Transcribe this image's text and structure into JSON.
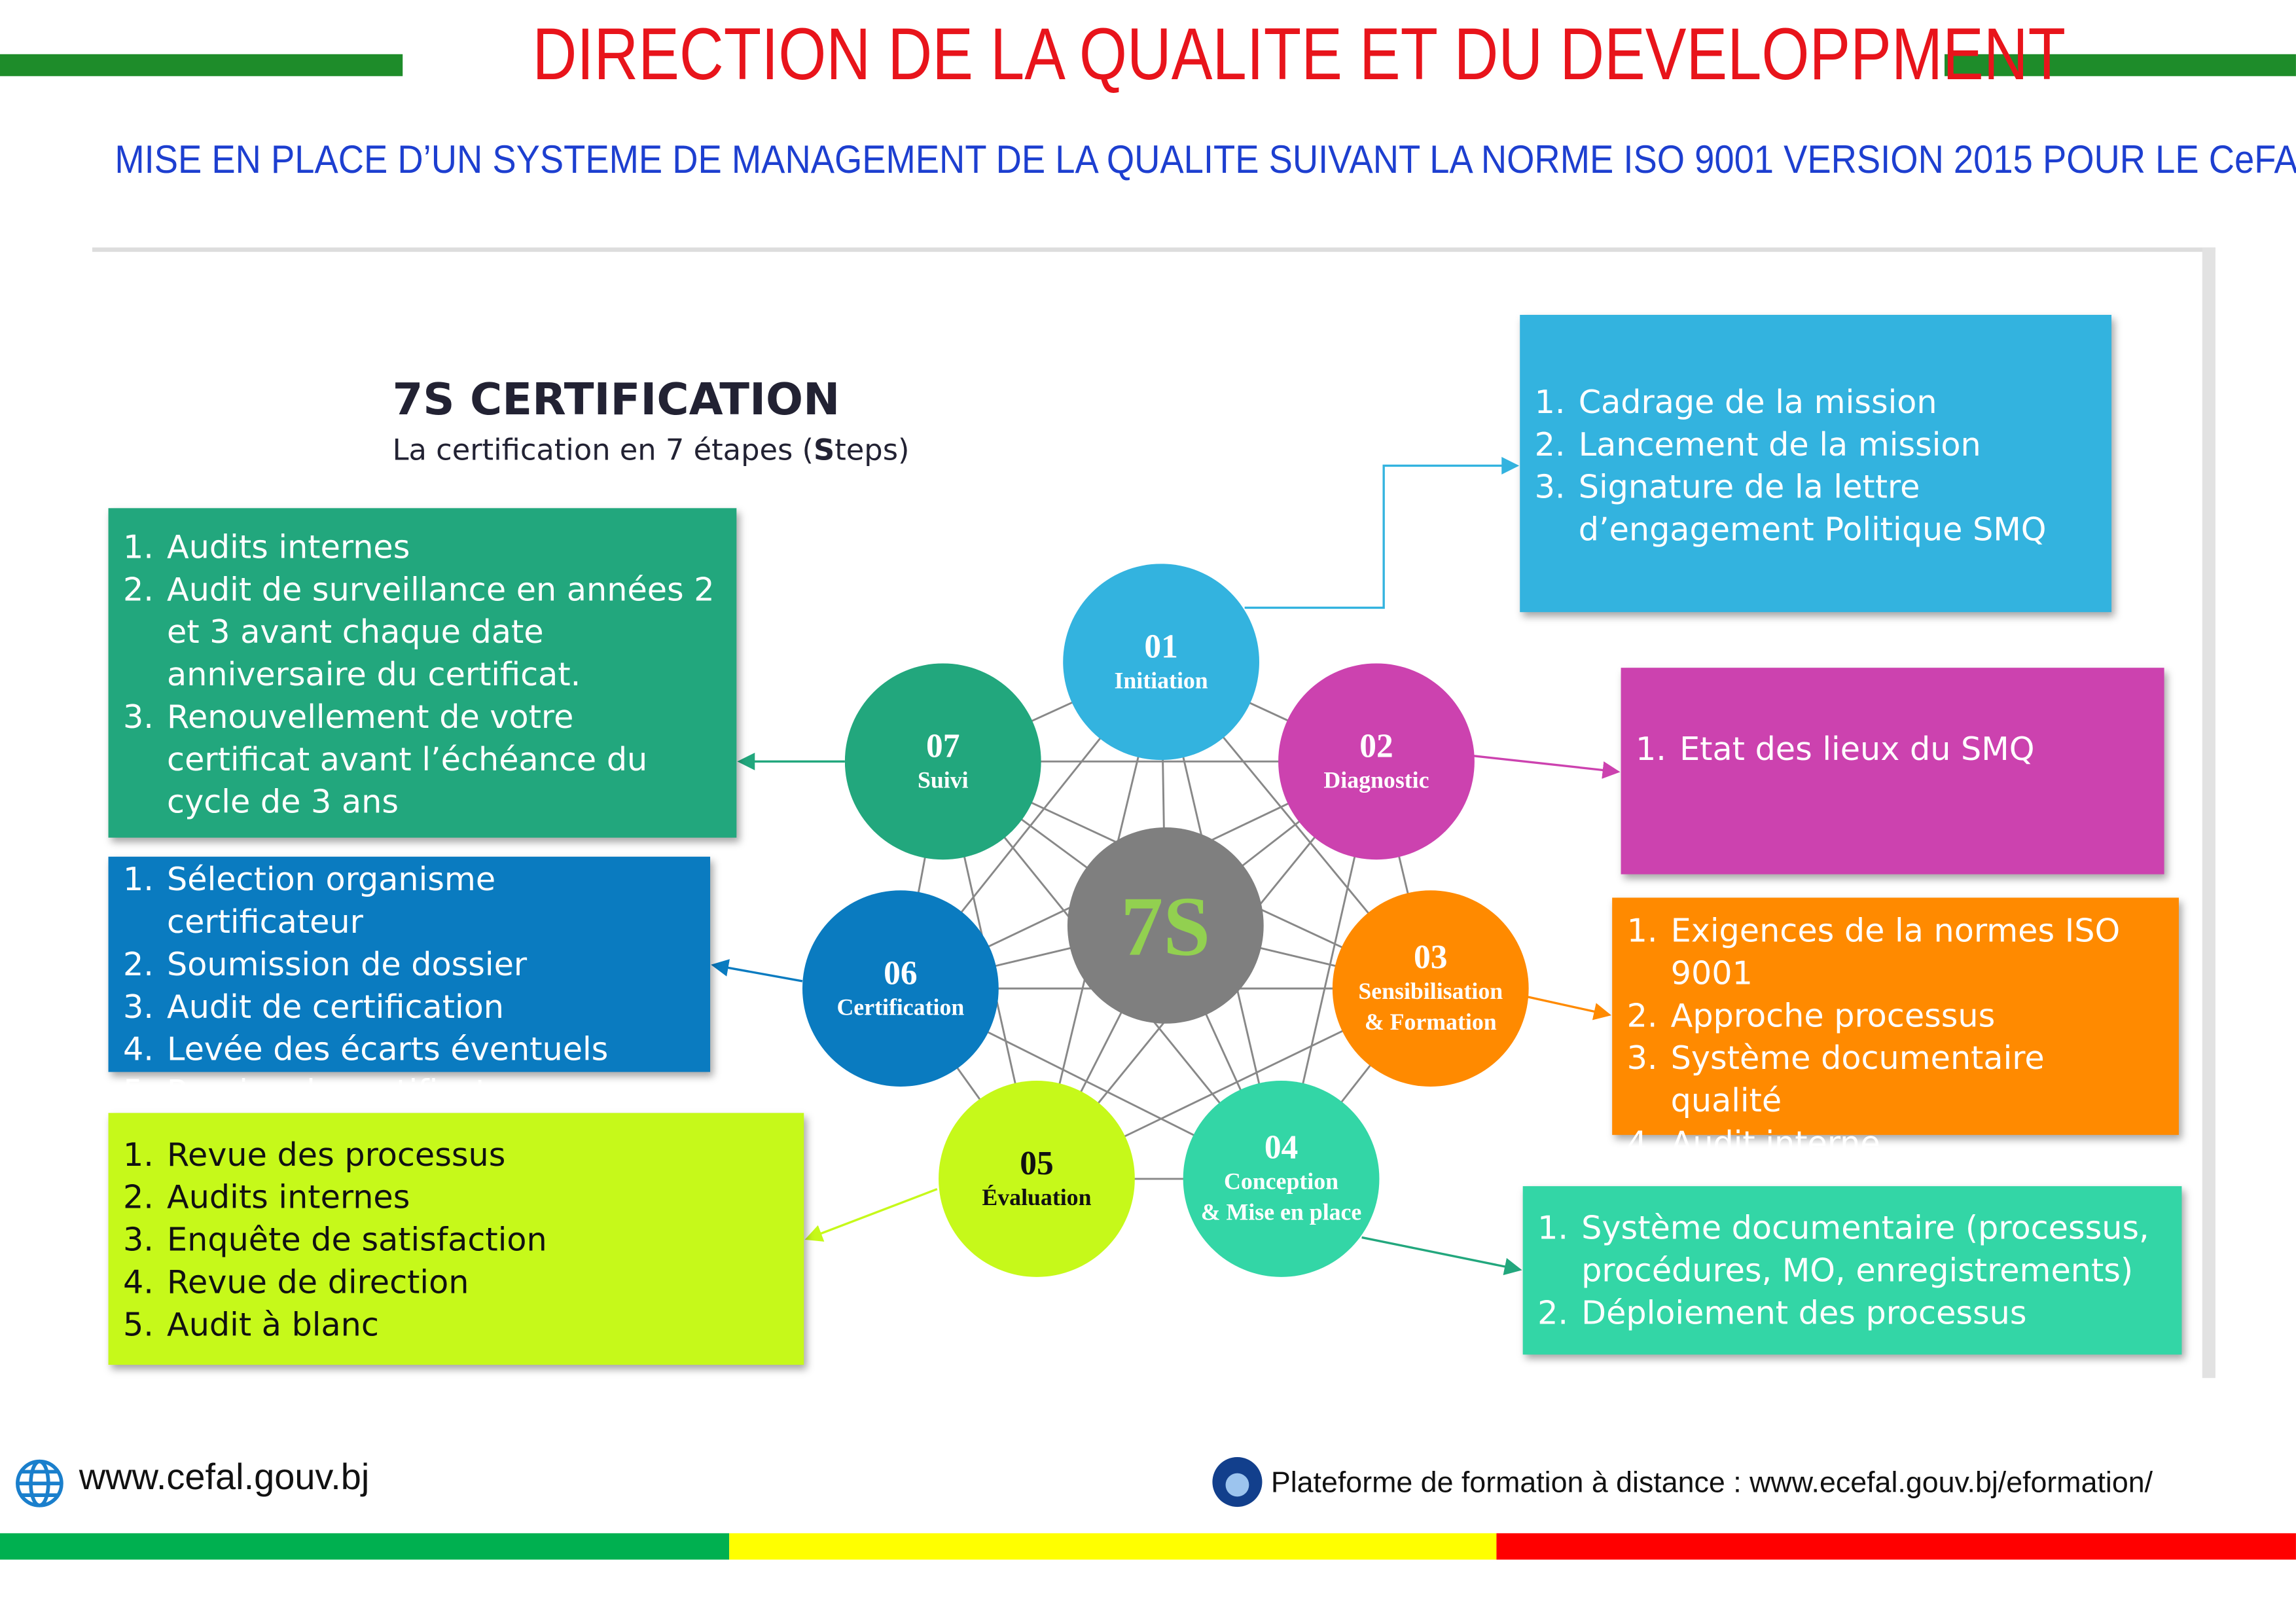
{
  "header": {
    "title": "DIRECTION DE LA QUALITE ET DU DEVELOPPMENT",
    "subtitle": "MISE EN PLACE D’UN SYSTEME DE MANAGEMENT DE LA QUALITE SUIVANT LA NORME ISO 9001 VERSION 2015 POUR LE CeFAL"
  },
  "diagram": {
    "heading": "7S CERTIFICATION",
    "subheading_pre": "La certification en 7 étapes (",
    "subheading_bold": "S",
    "subheading_post": "teps)",
    "center": "7S",
    "steps": [
      {
        "num": "01",
        "label": "Initiation",
        "color": "#33B3DF",
        "items": [
          "Cadrage de la mission",
          "Lancement de la mission",
          "Signature de la lettre d’engagement Politique SMQ"
        ]
      },
      {
        "num": "02",
        "label": "Diagnostic",
        "color": "#CC42AF",
        "items": [
          "Etat des lieux du SMQ"
        ]
      },
      {
        "num": "03",
        "label": "Sensibilisation & Formation",
        "color": "#FF8A00",
        "items": [
          "Exigences de la normes ISO 9001",
          "Approche processus",
          "Système documentaire qualité",
          "Audit interne"
        ]
      },
      {
        "num": "04",
        "label": "Conception & Mise en place",
        "color": "#33D6A6",
        "items": [
          "Système documentaire (processus, procédures, MO, enregistrements)",
          "Déploiement des processus"
        ]
      },
      {
        "num": "05",
        "label": "Évaluation",
        "color": "#C6F91A",
        "items": [
          "Revue des processus",
          "Audits internes",
          "Enquête de satisfaction",
          "Revue de direction",
          "Audit à blanc"
        ]
      },
      {
        "num": "06",
        "label": "Certification",
        "color": "#0A7BC0",
        "items": [
          "Sélection organisme certificateur",
          "Soumission de dossier",
          "Audit de certification",
          "Levée des écarts éventuels",
          "Remise de certificat"
        ]
      },
      {
        "num": "07",
        "label": "Suivi",
        "color": "#22A77D",
        "items": [
          "Audits internes",
          "Audit de surveillance en années 2 et 3 avant chaque date anniversaire du certificat.",
          "Renouvellement de votre certificat avant l’échéance du cycle de 3 ans"
        ]
      }
    ]
  },
  "footer": {
    "website": "www.cefal.gouv.bj",
    "platform": "Plateforme de formation à distance : www.ecefal.gouv.bj/eformation/"
  },
  "colors": {
    "green": "#1E8C2A",
    "red": "#E8141B",
    "blue": "#1D3FD0",
    "flag_green": "#00B050",
    "flag_yellow": "#FFFF00",
    "flag_red": "#FF0000"
  }
}
